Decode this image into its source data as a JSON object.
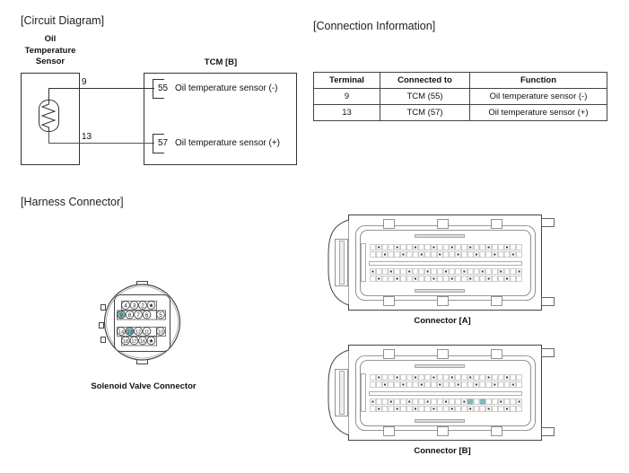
{
  "circuit_diagram": {
    "title": "[Circuit Diagram]",
    "sensor_label_lines": [
      "Oil",
      "Temperature",
      "Sensor"
    ],
    "tcm_label": "TCM [B]",
    "wires": [
      {
        "sensor_pin": "9",
        "tcm_pin": "55",
        "tcm_function": "Oil temperature sensor (-)"
      },
      {
        "sensor_pin": "13",
        "tcm_pin": "57",
        "tcm_function": "Oil temperature sensor (+)"
      }
    ]
  },
  "connection_information": {
    "title": "[Connection Information]",
    "columns": [
      "Terminal",
      "Connected to",
      "Function"
    ],
    "rows": [
      [
        "9",
        "TCM (55)",
        "Oil temperature sensor (-)"
      ],
      [
        "13",
        "TCM (57)",
        "Oil temperature sensor (+)"
      ]
    ]
  },
  "harness_connector": {
    "title": "[Harness Connector]",
    "solenoid_connector": {
      "label": "Solenoid Valve Connector",
      "pin_rows": [
        [
          "4",
          "3",
          "2",
          "★"
        ],
        [
          "9",
          "8",
          "7",
          "6",
          "5"
        ],
        [
          "14",
          "13",
          "12",
          "11",
          "10"
        ],
        [
          "18",
          "17",
          "16",
          "★"
        ]
      ],
      "highlighted_pins": [
        "9",
        "13"
      ]
    },
    "connector_a": {
      "label": "Connector [A]",
      "highlighted_pins": []
    },
    "connector_b": {
      "label": "Connector [B]",
      "highlighted_pins": [
        "55",
        "57"
      ]
    }
  },
  "colors": {
    "highlight": "#7fbcbc",
    "line": "#333333",
    "connector_line": "#9a9a9a"
  }
}
